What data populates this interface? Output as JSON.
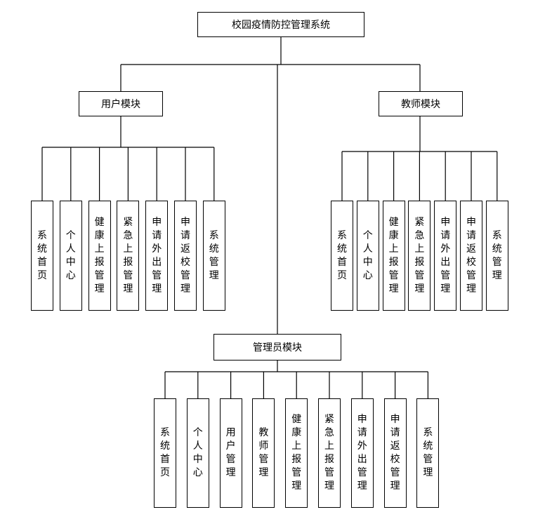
{
  "root": {
    "label": "校园疫情防控管理系统"
  },
  "modules": {
    "user": {
      "label": "用户模块",
      "children": [
        "系统首页",
        "个人中心",
        "健康上报管理",
        "紧急上报管理",
        "申请外出管理",
        "申请返校管理",
        "系统管理"
      ]
    },
    "teacher": {
      "label": "教师模块",
      "children": [
        "系统首页",
        "个人中心",
        "健康上报管理",
        "紧急上报管理",
        "申请外出管理",
        "申请返校管理",
        "系统管理"
      ]
    },
    "admin": {
      "label": "管理员模块",
      "children": [
        "系统首页",
        "个人中心",
        "用户管理",
        "教师管理",
        "健康上报管理",
        "紧急上报管理",
        "申请外出管理",
        "申请返校管理",
        "系统管理"
      ]
    }
  }
}
